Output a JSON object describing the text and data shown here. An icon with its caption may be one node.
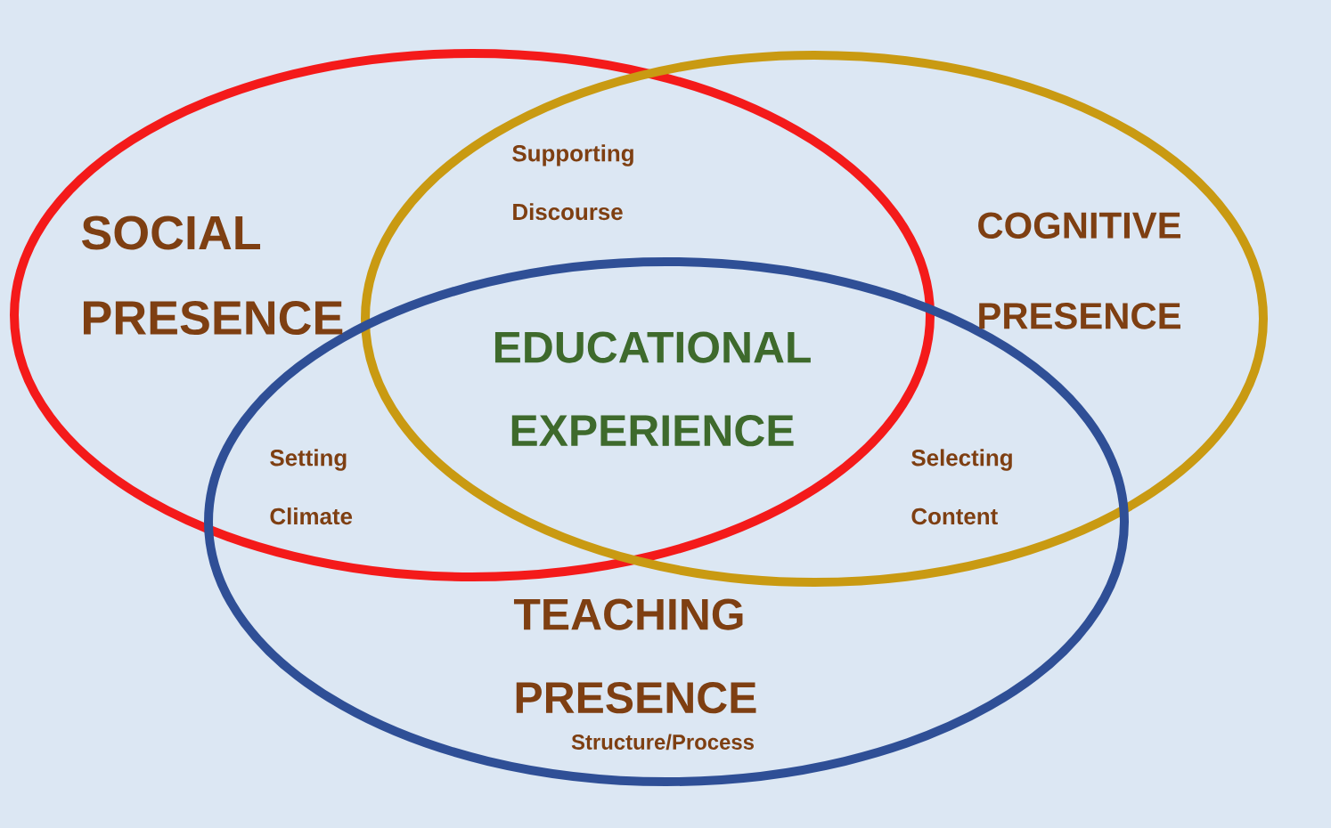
{
  "diagram": {
    "nodes": [
      {
        "text": [
          "SOCIAL PRESENCE"
        ]
      },
      {
        "text": [
          "COGNITIVE PRESENCE"
        ]
      },
      {
        "text": [
          "TEACHING PRESENCE"
        ]
      }
    ],
    "labels": [
      "Supporting Discourse",
      "EDUCATIONAL EXPERIENCE",
      "Setting Climate",
      "Selecting Content",
      "Structure/Process"
    ]
  }
}
